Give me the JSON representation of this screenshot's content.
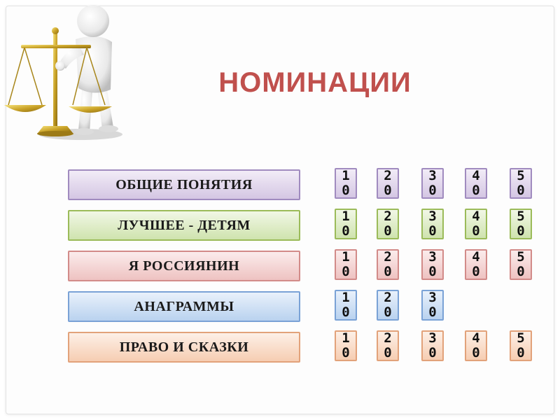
{
  "title": "НОМИНАЦИИ",
  "illustration": {
    "icon": "figure-with-scales-icon"
  },
  "categories": [
    {
      "label": "ОБЩИЕ ПОНЯТИЯ",
      "color": "#a08bbf",
      "tiles": [
        "10",
        "20",
        "30",
        "40",
        "50"
      ]
    },
    {
      "label": "ЛУЧШЕЕ - ДЕТЯМ",
      "color": "#9bbb59",
      "tiles": [
        "10",
        "20",
        "30",
        "40",
        "50"
      ]
    },
    {
      "label": "Я РОССИЯНИН",
      "color": "#d28b89",
      "tiles": [
        "10",
        "20",
        "30",
        "40",
        "50"
      ]
    },
    {
      "label": "АНАГРАММЫ",
      "color": "#7aa2d6",
      "tiles": [
        "10",
        "20",
        "30"
      ]
    },
    {
      "label": "ПРАВО И СКАЗКИ",
      "color": "#e2a27a",
      "tiles": [
        "10",
        "20",
        "30",
        "40",
        "50"
      ]
    }
  ]
}
